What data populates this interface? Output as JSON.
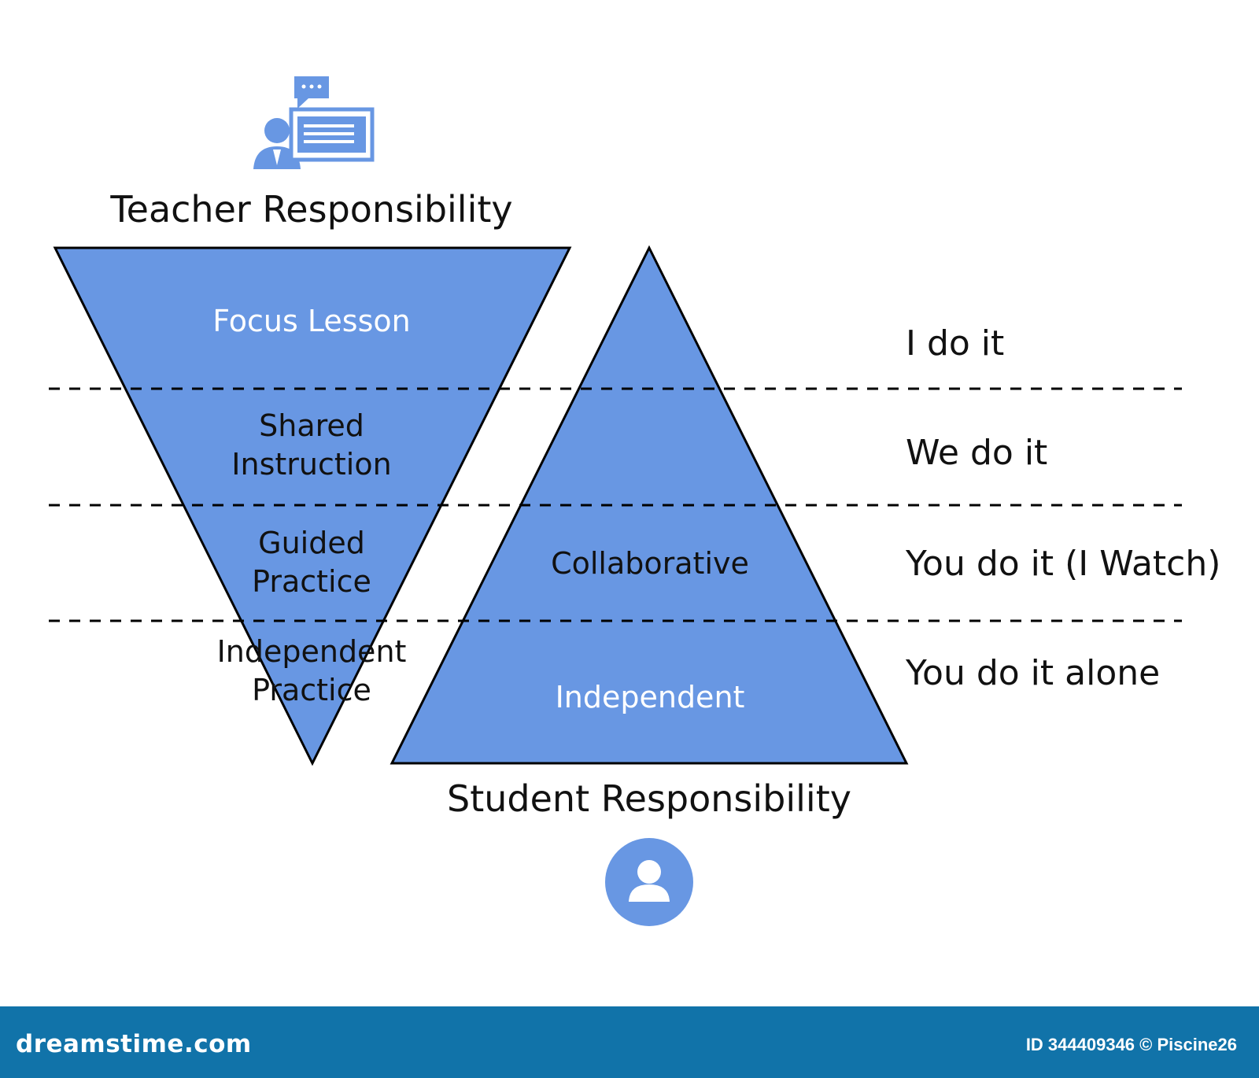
{
  "colors": {
    "accent": "#6897e3",
    "stroke": "#000000",
    "text": "#111111",
    "inside_light_text": "#ffffff",
    "footer": "#1173a9"
  },
  "teacher": {
    "title": "Teacher Responsibility",
    "icon": "teacher-presentation-icon",
    "levels": [
      "Focus Lesson",
      "Shared\nInstruction",
      "Guided\nPractice",
      "Independent\nPractice"
    ]
  },
  "student": {
    "title": "Student Responsibility",
    "icon": "student-avatar-icon",
    "levels": [
      "Collaborative",
      "Independent"
    ]
  },
  "stages": [
    "I do it",
    "We do it",
    "You do it (I Watch)",
    "You do it alone"
  ],
  "footer": {
    "logo": "dreamstime.com",
    "id_text": "ID 344409346 © Piscine26"
  }
}
